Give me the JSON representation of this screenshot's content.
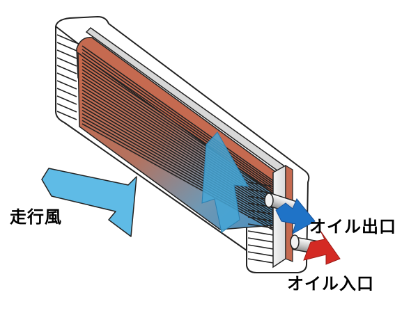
{
  "labels": {
    "airflow": "走行風",
    "oil_outlet": "オイル出口",
    "oil_inlet": "オイル入口"
  },
  "colors": {
    "airflow_arrow": "#4fb3e0",
    "oil_outlet_arrow": "#1f73c7",
    "oil_inlet_arrow": "#d42a24",
    "core_copper": "#c46a4f",
    "core_blue": "#5a9ac0",
    "fin_stroke": "#222222"
  }
}
